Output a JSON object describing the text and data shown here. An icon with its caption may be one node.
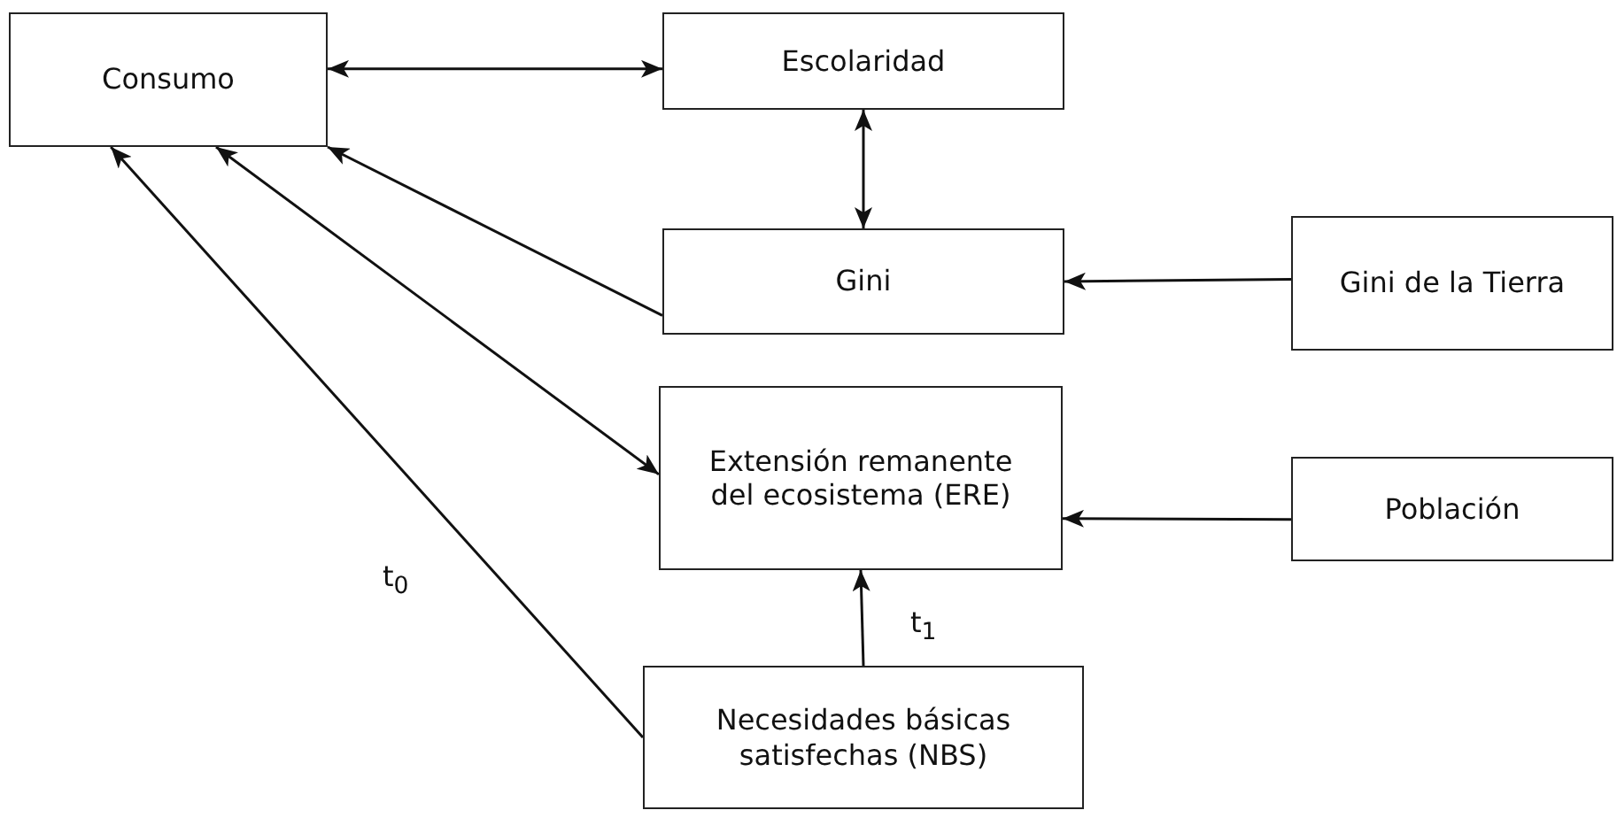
{
  "diagram": {
    "nodes": [
      {
        "text": [
          "Consumo"
        ]
      },
      {
        "text": [
          "Escolaridad"
        ]
      },
      {
        "text": [
          "Gini"
        ]
      },
      {
        "text": [
          "Gini de la Tierra"
        ]
      },
      {
        "text": [
          "Extensión remanente del ecosistema (ERE)"
        ]
      },
      {
        "text": [
          "Población"
        ]
      },
      {
        "text": [
          "Necesidades básicas satisfechas (NBS)"
        ]
      }
    ],
    "edges": [
      {
        "from": 0,
        "to": 1,
        "arrow": "both"
      },
      {
        "from": 1,
        "to": 2,
        "arrow": "both"
      },
      {
        "from": 2,
        "to": 0,
        "arrow": "to"
      },
      {
        "from": 0,
        "to": 4,
        "arrow": "both"
      },
      {
        "from": 6,
        "to": 0,
        "arrow": "to",
        "label": "t$_{0}$"
      },
      {
        "from": 3,
        "to": 2,
        "arrow": "to"
      },
      {
        "from": 5,
        "to": 4,
        "arrow": "to"
      },
      {
        "from": 6,
        "to": 4,
        "arrow": "to",
        "label": "t$_{1}$"
      }
    ]
  }
}
